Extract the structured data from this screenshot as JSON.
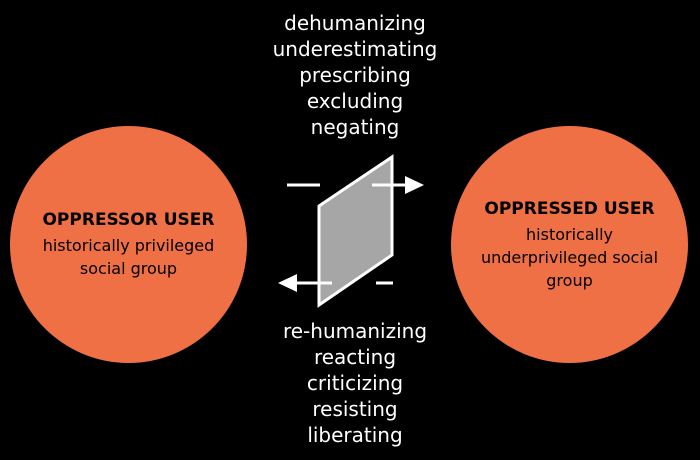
{
  "left_circle": {
    "title": "OPPRESSOR USER",
    "lines": [
      "historically privileged",
      "social group"
    ]
  },
  "right_circle": {
    "title": "OPPRESSED USER",
    "lines": [
      "historically",
      "underprivileged social",
      "group"
    ]
  },
  "top_words": [
    "dehumanizing",
    "underestimating",
    "prescribing",
    "excluding",
    "negating"
  ],
  "bottom_words": [
    "re-humanizing",
    "reacting",
    "criticizing",
    "resisting",
    "liberating"
  ],
  "colors": {
    "background": "#000000",
    "circle_fill": "#ef7045",
    "panel_fill": "#a6a6a6",
    "arrow": "#ffffff"
  }
}
